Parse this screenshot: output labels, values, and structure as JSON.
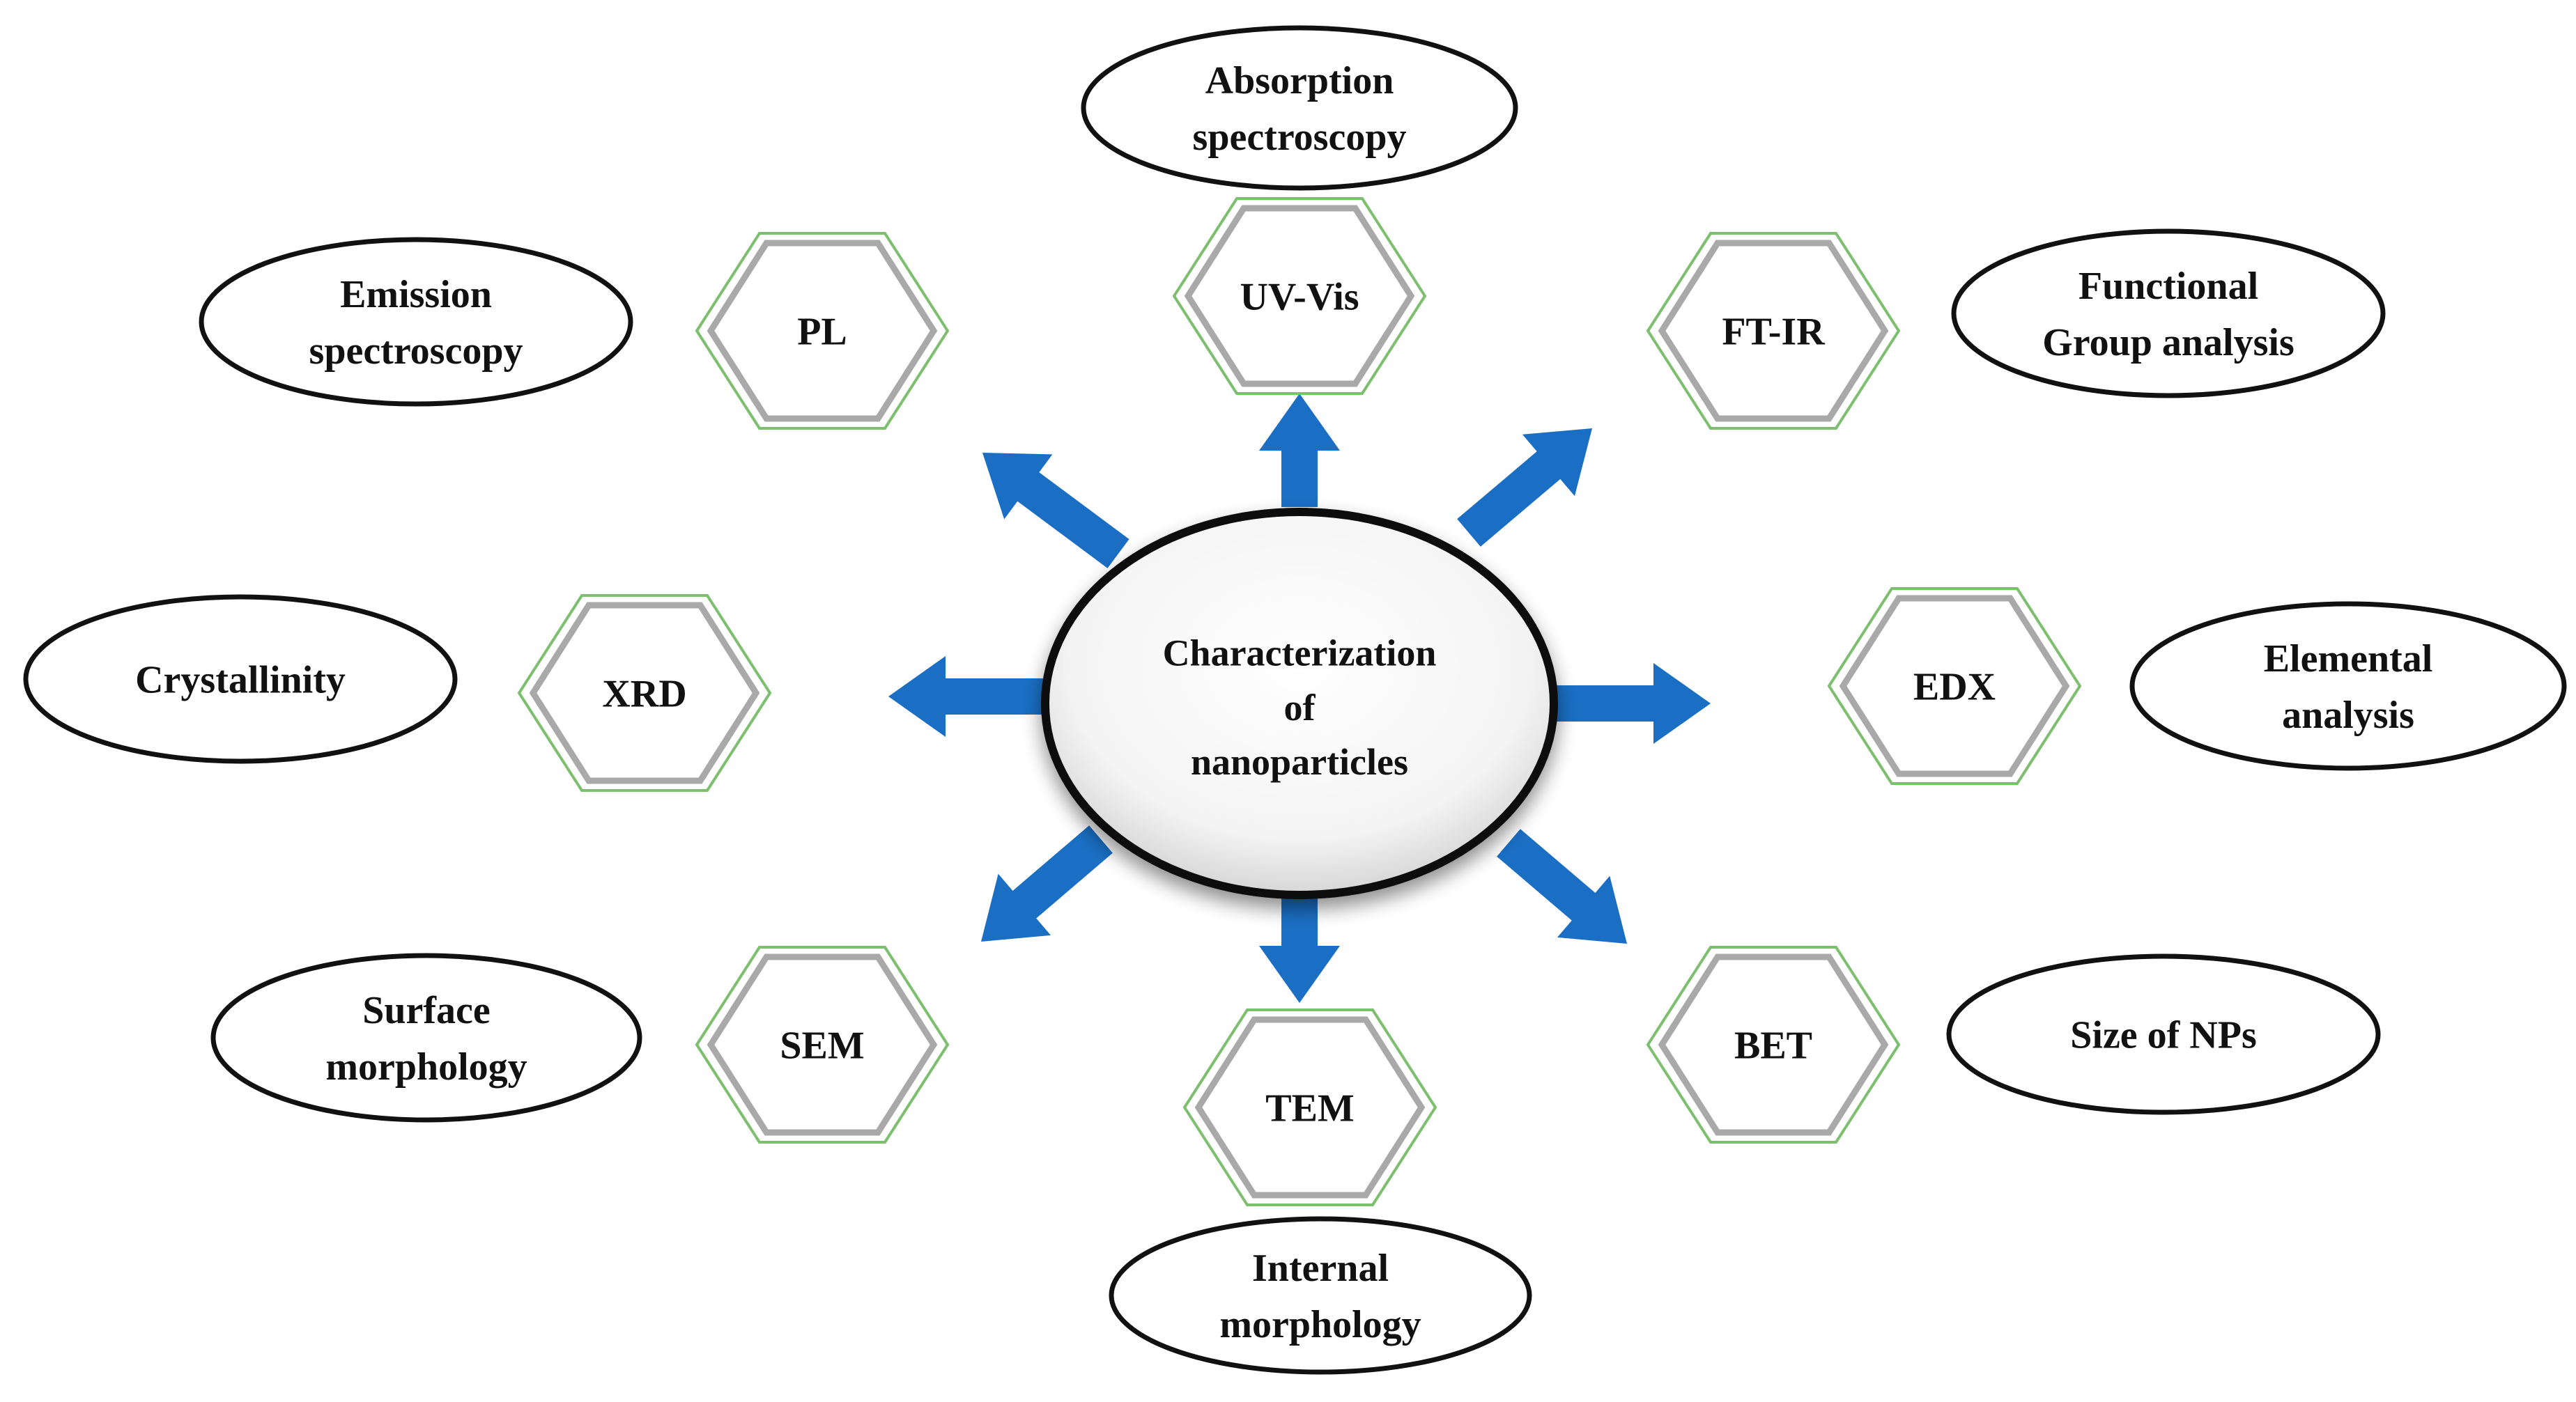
{
  "center": {
    "lines": [
      "Characterization",
      "of",
      "nanoparticles"
    ]
  },
  "techniques": [
    {
      "id": "uv-vis",
      "label": "UV-Vis",
      "application": [
        "Absorption",
        "spectroscopy"
      ]
    },
    {
      "id": "ft-ir",
      "label": "FT-IR",
      "application": [
        "Functional",
        "Group analysis"
      ]
    },
    {
      "id": "edx",
      "label": "EDX",
      "application": [
        "Elemental",
        "analysis"
      ]
    },
    {
      "id": "bet",
      "label": "BET",
      "application": [
        "Size of NPs"
      ]
    },
    {
      "id": "tem",
      "label": "TEM",
      "application": [
        "Internal",
        "morphology"
      ]
    },
    {
      "id": "sem",
      "label": "SEM",
      "application": [
        "Surface",
        "morphology"
      ]
    },
    {
      "id": "xrd",
      "label": "XRD",
      "application": [
        "Crystallinity"
      ]
    },
    {
      "id": "pl",
      "label": "PL",
      "application": [
        "Emission",
        "spectroscopy"
      ]
    }
  ],
  "colors": {
    "arrow": "#1a6fc4",
    "hexagon_outer": "#7cbf6e",
    "hexagon_inner": "#a9a9a9",
    "outline": "#111111"
  }
}
